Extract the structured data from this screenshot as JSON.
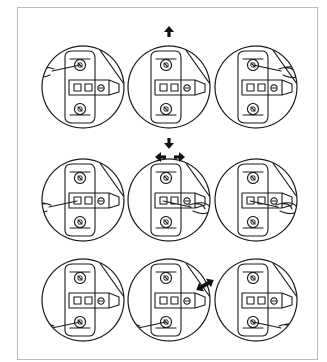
{
  "figure": {
    "rows": [
      {
        "name": "vertical-adjustment",
        "arrow": "vertical",
        "cells": [
          {
            "name": "left",
            "tool": "screwdriver-upper",
            "tool_side": "left"
          },
          {
            "name": "center",
            "tool": "none",
            "tool_side": "none"
          },
          {
            "name": "right",
            "tool": "screwdriver-upper",
            "tool_side": "right"
          }
        ]
      },
      {
        "name": "lateral-adjustment",
        "arrow": "horizontal",
        "cells": [
          {
            "name": "left",
            "tool": "screwdriver-middle",
            "tool_side": "left"
          },
          {
            "name": "center",
            "tool": "screwdriver-middle",
            "tool_side": "right"
          },
          {
            "name": "right",
            "tool": "screwdriver-middle",
            "tool_side": "right"
          }
        ]
      },
      {
        "name": "depth-adjustment",
        "arrow": "diagonal",
        "cells": [
          {
            "name": "left",
            "tool": "screwdriver-lower",
            "tool_side": "left"
          },
          {
            "name": "center",
            "tool": "screwdriver-lower",
            "tool_side": "left"
          },
          {
            "name": "right",
            "tool": "screwdriver-lower",
            "tool_side": "right"
          }
        ]
      }
    ],
    "colors": {
      "line": "#1a1a1a",
      "frame": "#bcbcbc",
      "background": "#ffffff",
      "arrow": "#111111"
    },
    "icons": [
      "arrow-up-icon",
      "arrow-down-icon",
      "arrow-left-icon",
      "arrow-right-icon",
      "arrow-diagonal-icon",
      "screwdriver-icon",
      "hinge-icon"
    ]
  }
}
